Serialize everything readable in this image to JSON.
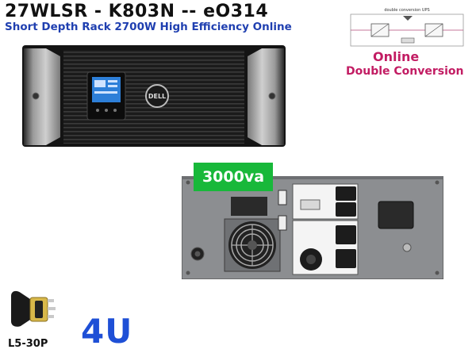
{
  "header": {
    "title": "27WLSR - K803N  -- eO314",
    "subtitle": "Short Depth Rack 2700W High Efficiency Online"
  },
  "front_unit": {
    "brand_logo": "DELL"
  },
  "diagram": {
    "caption": "double conversion UPS",
    "label_main": "Online",
    "label_sub": "Double Conversion"
  },
  "rear_unit": {
    "capacity_badge": "3000va",
    "badge_color": "#18b83a"
  },
  "plug": {
    "label": "L5-30P"
  },
  "size": {
    "label": "4U",
    "color": "#1e4fd6"
  }
}
